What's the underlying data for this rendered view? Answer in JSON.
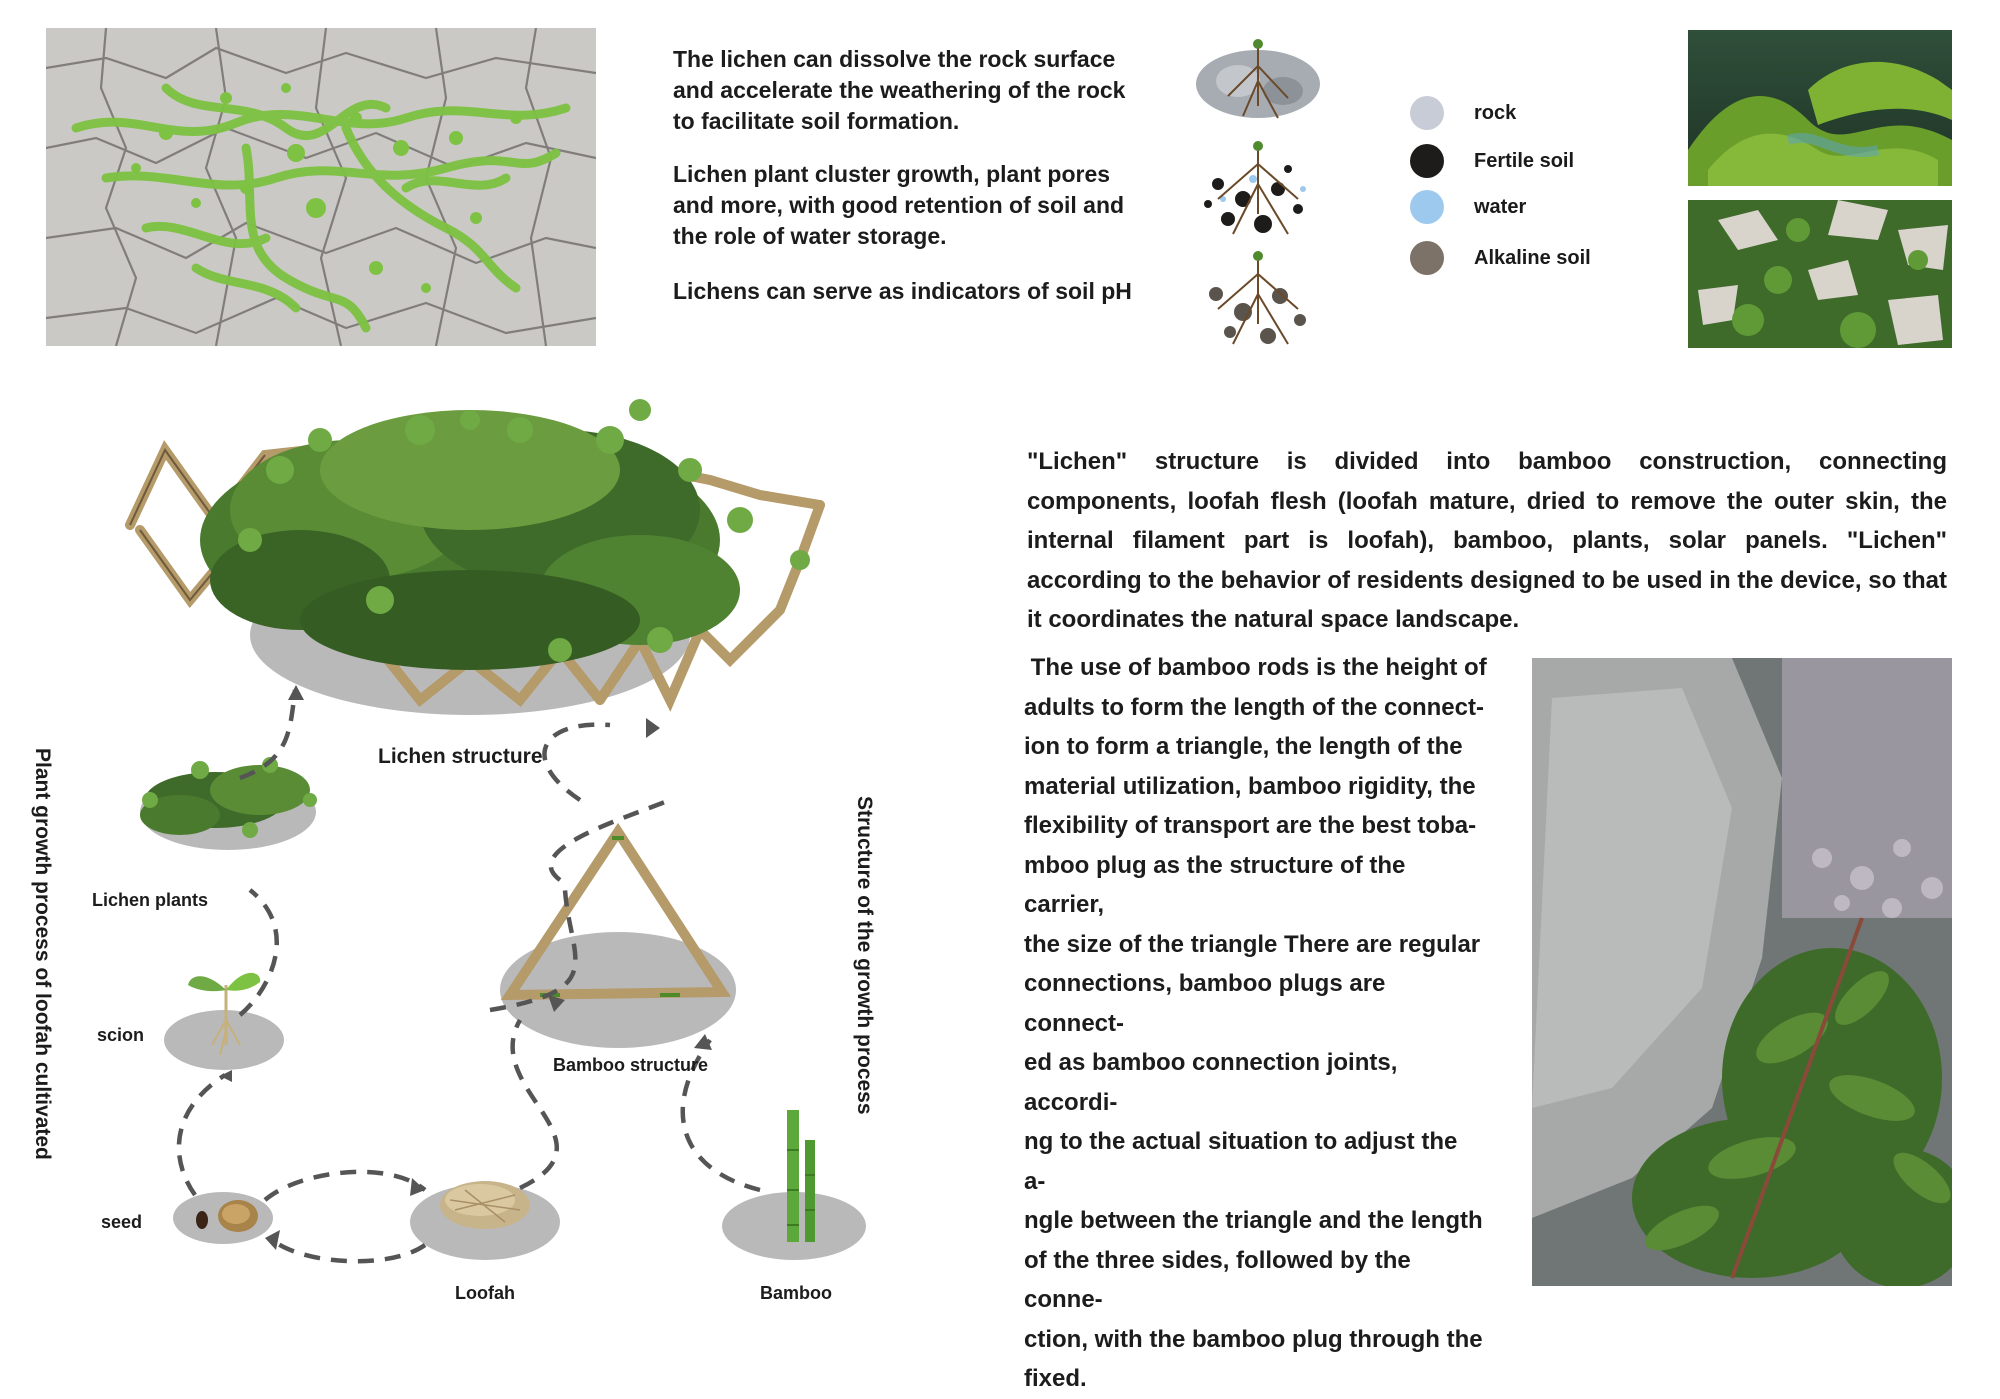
{
  "intro": {
    "p1": "The lichen can dissolve  the rock surface and accelerate the weathering of the rock to facilitate soil formation.",
    "p2": "Lichen plant cluster growth, plant pores and more, with good retention of soil and the role of water storage.",
    "p3": "Lichens can serve as indicators of soil pH"
  },
  "legend": {
    "items": [
      {
        "label": "rock",
        "color": "#c7ccd6"
      },
      {
        "label": "Fertile soil",
        "color": "#1e1c1a"
      },
      {
        "label": "water",
        "color": "#9ec9ee"
      },
      {
        "label": "Alkaline soil",
        "color": "#7c7268"
      }
    ]
  },
  "description": {
    "p1": "\"Lichen\" structure is divided into bamboo construction, connecting components, loofah flesh (loofah mature, dried to remove the outer skin, the internal filament part is loofah), bamboo, plants, solar  panels. \"Lichen\" according to the behavior of residents designed to be used in the  device, so that it  coordinates  the natural space landscape.",
    "p2_lines": [
      " The use of bamboo rods is the height of",
      "adults to form the length of the connect-",
      "ion  to form a  triangle, the length of the",
      "material utilization, bamboo rigidity, the",
      "flexibility of  transport are the best toba-",
      "mboo plug as the structure of the carrier,",
      "the size of the  triangle There are regular",
      "connections, bamboo plugs are connect-",
      "ed as bamboo connection joints, accordi-",
      "ng to the actual situation to adjust the a-",
      "ngle between the triangle and the length",
      "of the three sides, followed by the conne-",
      "ction, with the bamboo plug through the",
      "fixed."
    ]
  },
  "diagram": {
    "lichen_structure": "Lichen structure",
    "lichen_plants": "Lichen plants",
    "scion": "scion",
    "seed": "seed",
    "loofah": "Loofah",
    "bamboo": "Bamboo",
    "bamboo_structure": "Bamboo structure",
    "vertical_left": "Plant growth process of loofah cultivated",
    "vertical_right": "Structure of the growth process"
  },
  "colors": {
    "lichen_green": "#7dc242",
    "disc_gray": "#b9b9b9",
    "bamboo": "#b59a6a",
    "ivy": "#3f6b2a"
  }
}
